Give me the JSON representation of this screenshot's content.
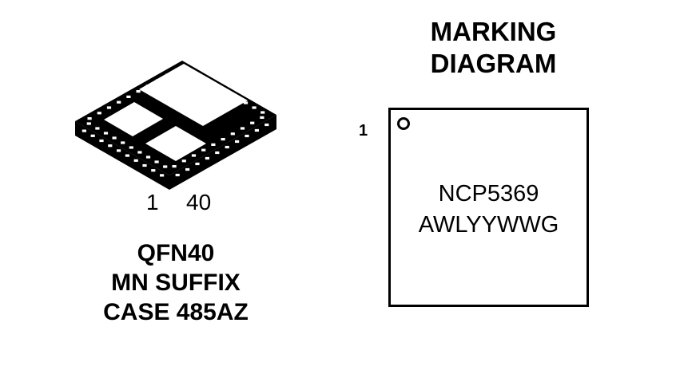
{
  "package": {
    "pin_first": "1",
    "pin_last": "40",
    "caption_lines": [
      "QFN40",
      "MN SUFFIX",
      "CASE 485AZ"
    ]
  },
  "marking": {
    "title_lines": [
      "MARKING",
      "DIAGRAM"
    ],
    "pin1_label": "1",
    "line1": "NCP5369",
    "line2": "AWLYYWWG"
  },
  "colors": {
    "ink": "#000000",
    "pad": "#ffffff",
    "background": "#ffffff"
  }
}
